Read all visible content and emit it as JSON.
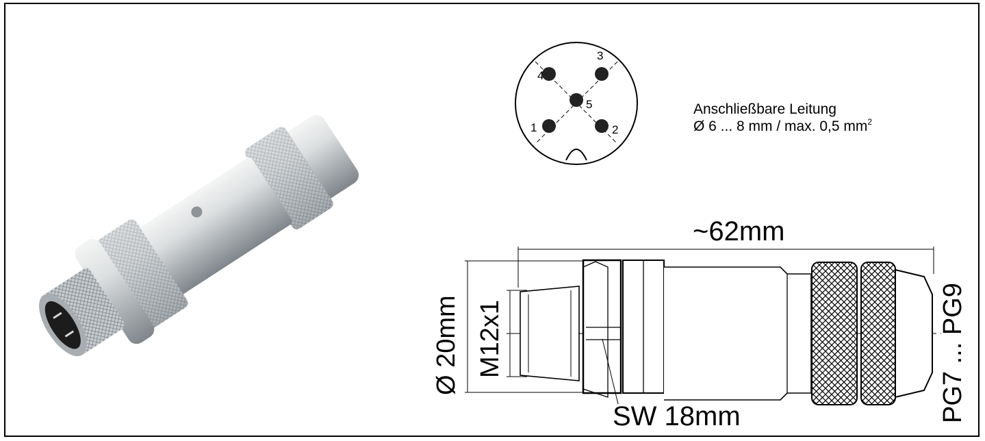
{
  "pinout": {
    "pins": [
      {
        "number": "1"
      },
      {
        "number": "2"
      },
      {
        "number": "3"
      },
      {
        "number": "4"
      },
      {
        "number": "5"
      }
    ]
  },
  "cable": {
    "title": "Anschließbare Leitung",
    "spec": "Ø 6 ... 8 mm / max. 0,5 mm",
    "spec_superscript": "2"
  },
  "dimensions": {
    "length": "~62mm",
    "diameter": "Ø 20mm",
    "thread": "M12x1",
    "wrench": "SW 18mm",
    "gland": "PG7 ... PG9"
  },
  "colors": {
    "line": "#000000",
    "metal_light": "#eef0f0",
    "metal_mid": "#b9bdc0",
    "metal_dark": "#7d8388"
  }
}
